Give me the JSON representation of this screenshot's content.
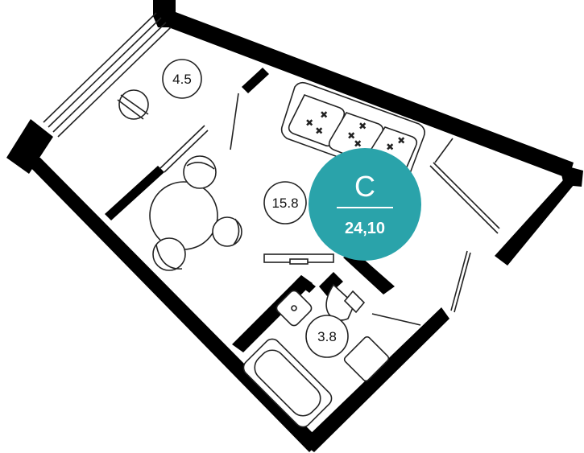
{
  "rooms": {
    "balcony_area": "4.5",
    "living_area": "15.8",
    "bathroom_area": "3.8"
  },
  "badge": {
    "type_letter": "С",
    "total_area": "24,10",
    "color": "#2aa3aa"
  }
}
